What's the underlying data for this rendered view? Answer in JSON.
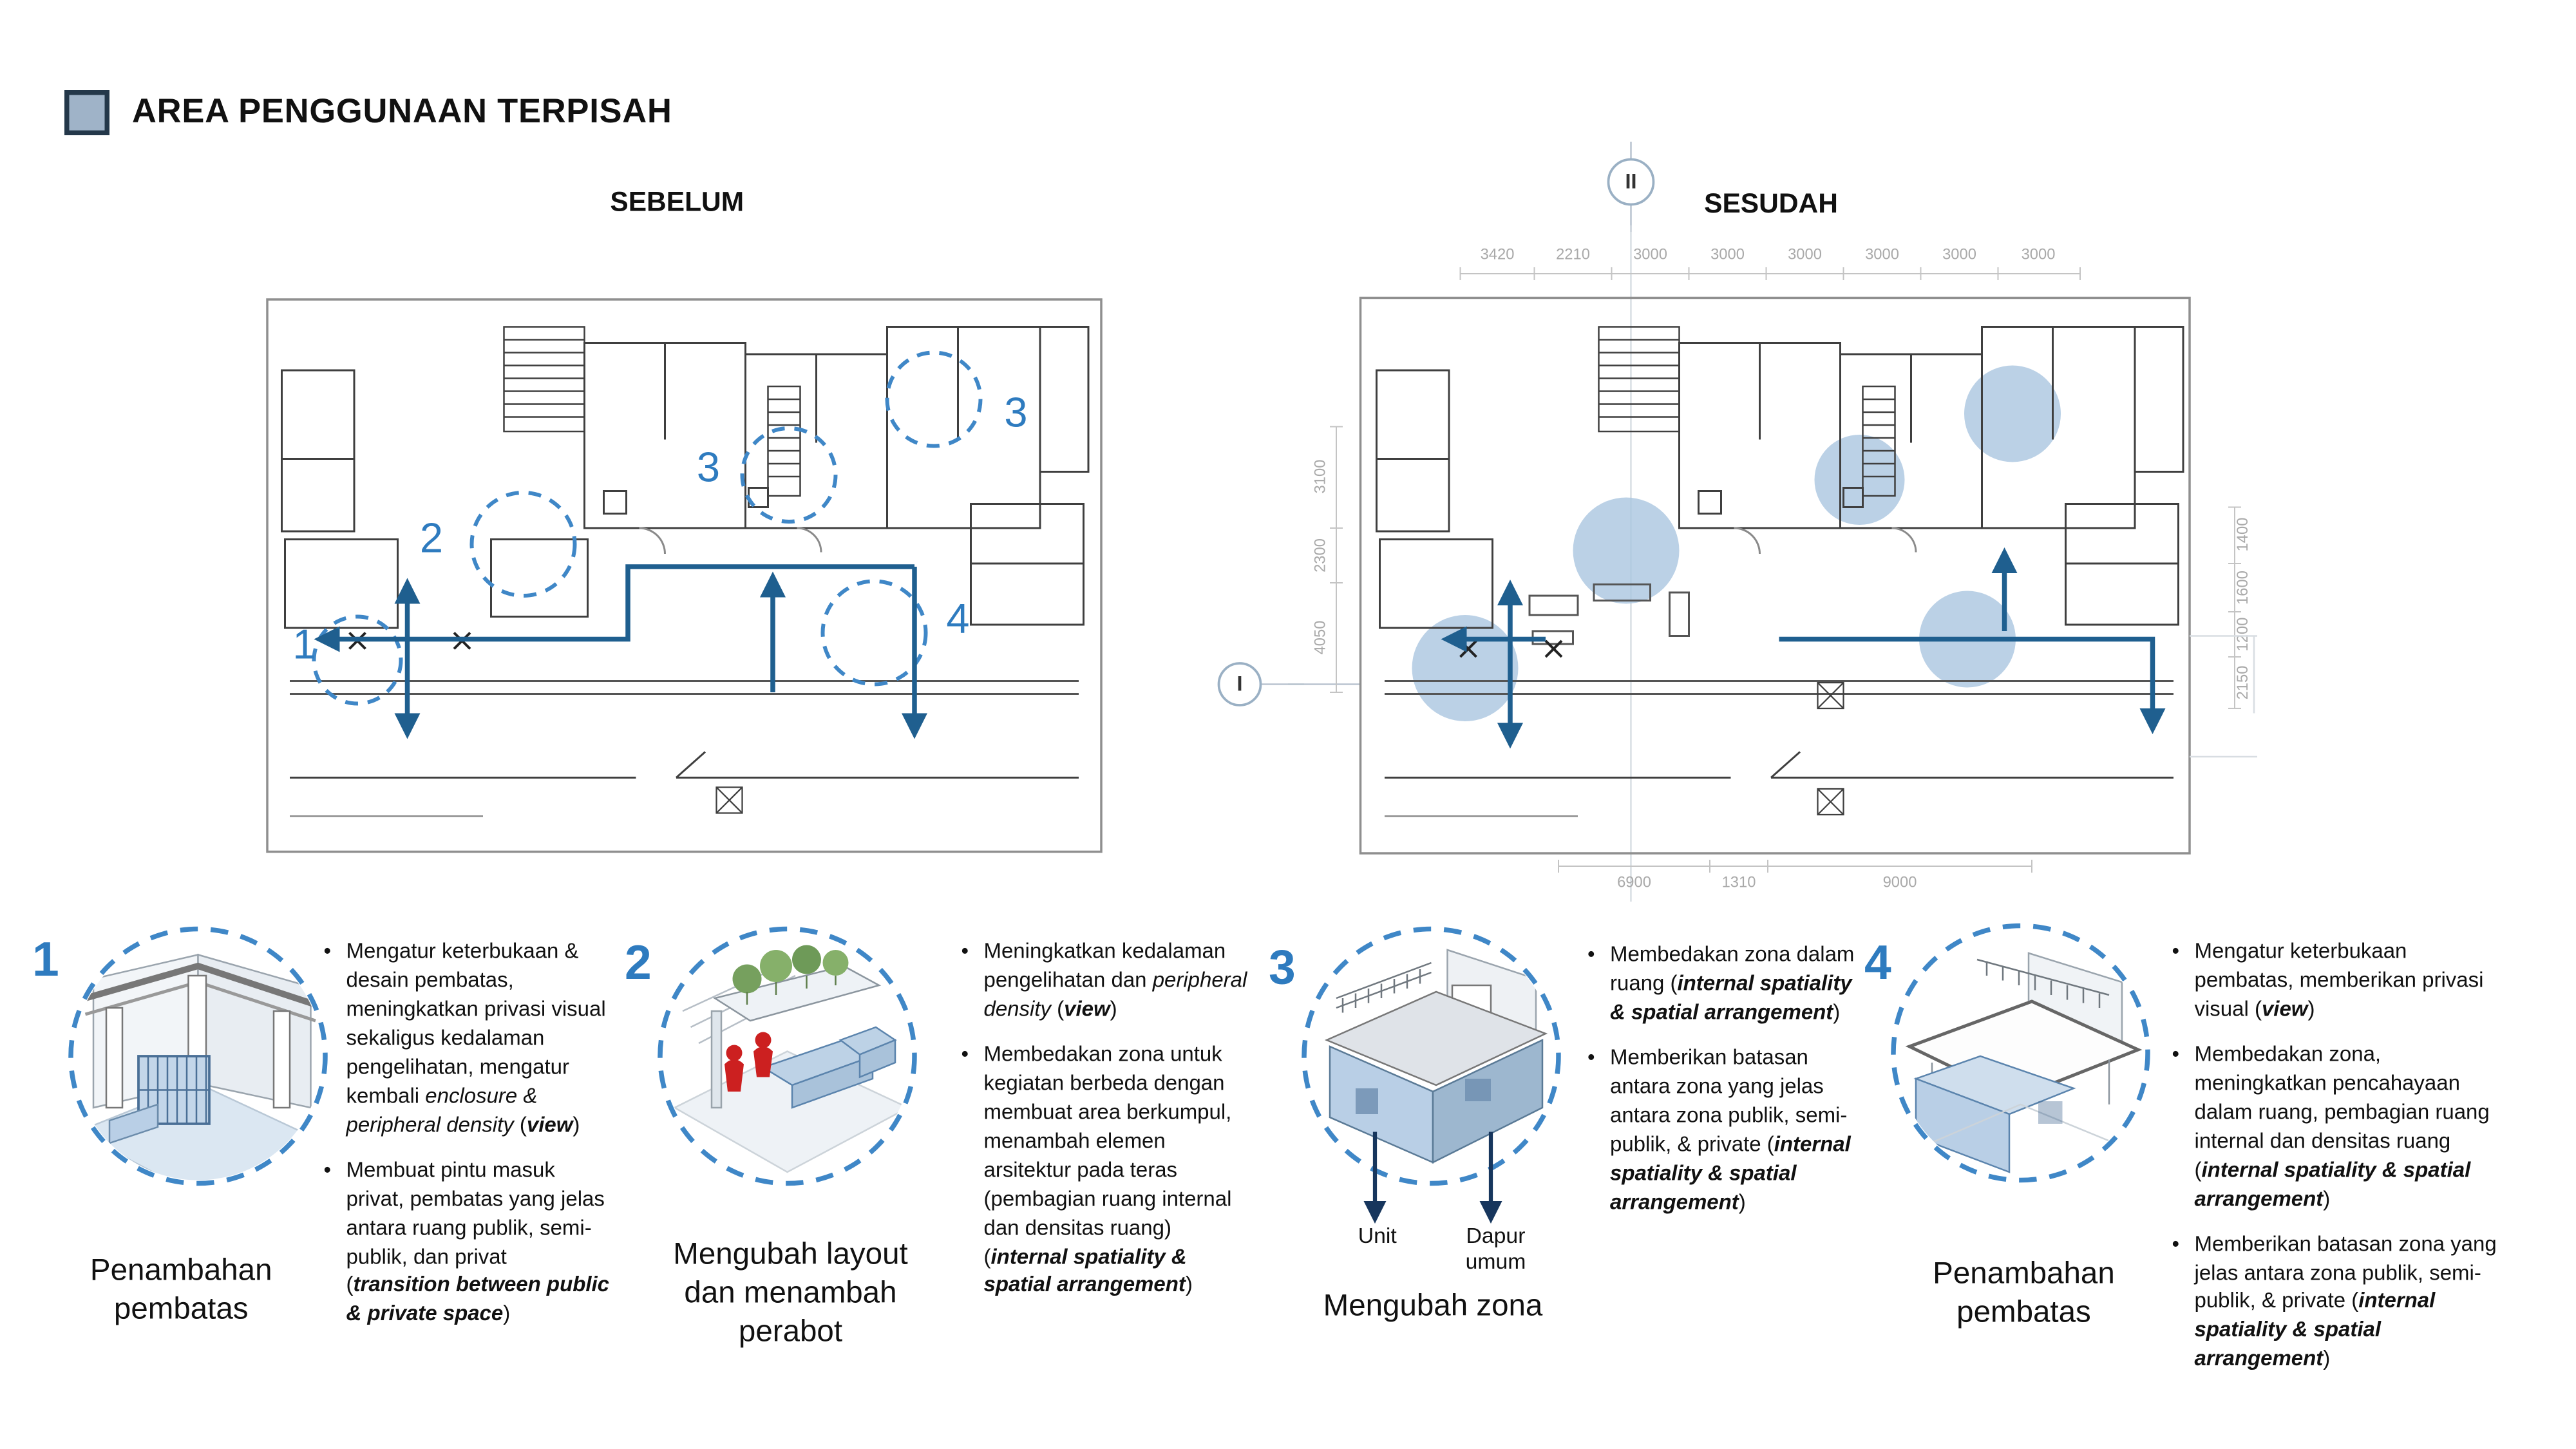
{
  "header": {
    "title": "AREA PENGGUNAAN TERPISAH"
  },
  "plans": {
    "before_label": "SEBELUM",
    "after_label": "SESUDAH",
    "section_marker_top": "II",
    "section_marker_left": "I",
    "before_markers": [
      "1",
      "2",
      "3",
      "3",
      "4"
    ],
    "after_dims_top": [
      "3420",
      "2210",
      "3000",
      "3000",
      "3000",
      "3000",
      "3000",
      "3000"
    ],
    "after_dims_left": [
      "3100",
      "2300",
      "4050"
    ],
    "after_dims_right": [
      "1400",
      "1600",
      "1200",
      "2150"
    ],
    "after_dims_bottom": [
      "6900",
      "1310",
      "9000"
    ]
  },
  "items": [
    {
      "number": "1",
      "caption": "Penambahan pembatas",
      "bullets": [
        [
          {
            "t": "Mengatur keterbukaan & desain pembatas, meningkatkan privasi visual sekaligus kedalaman pengelihatan, mengatur kembali ",
            "s": "n"
          },
          {
            "t": "enclosure & peripheral density",
            "s": "i"
          },
          {
            "t": " (",
            "s": "n"
          },
          {
            "t": "view",
            "s": "bi"
          },
          {
            "t": ")",
            "s": "n"
          }
        ],
        [
          {
            "t": "Membuat pintu masuk privat, pembatas yang jelas antara ruang publik, semi-publik, dan privat (",
            "s": "n"
          },
          {
            "t": "transition between public & private space",
            "s": "bi"
          },
          {
            "t": ")",
            "s": "n"
          }
        ]
      ]
    },
    {
      "number": "2",
      "caption": "Mengubah layout dan menambah perabot",
      "bullets": [
        [
          {
            "t": "Meningkatkan kedalaman pengelihatan dan ",
            "s": "n"
          },
          {
            "t": "peripheral density",
            "s": "i"
          },
          {
            "t": " (",
            "s": "n"
          },
          {
            "t": "view",
            "s": "bi"
          },
          {
            "t": ")",
            "s": "n"
          }
        ],
        [
          {
            "t": "Membedakan zona untuk kegiatan berbeda dengan membuat area berkumpul, menambah elemen arsitektur pada teras (pembagian ruang internal dan densitas ruang) (",
            "s": "n"
          },
          {
            "t": "internal spatiality & spatial arrangement",
            "s": "bi"
          },
          {
            "t": ")",
            "s": "n"
          }
        ]
      ]
    },
    {
      "number": "3",
      "caption": "Mengubah zona",
      "unit_label": "Unit",
      "kitchen_label": "Dapur umum",
      "bullets": [
        [
          {
            "t": "Membedakan zona dalam ruang (",
            "s": "n"
          },
          {
            "t": "internal spatiality & spatial arrangement",
            "s": "bi"
          },
          {
            "t": ")",
            "s": "n"
          }
        ],
        [
          {
            "t": "Memberikan batasan antara zona yang jelas antara zona publik, semi-publik, & private (",
            "s": "n"
          },
          {
            "t": "internal spatiality & spatial arrangement",
            "s": "bi"
          },
          {
            "t": ")",
            "s": "n"
          }
        ]
      ]
    },
    {
      "number": "4",
      "caption": "Penambahan pembatas",
      "bullets": [
        [
          {
            "t": "Mengatur keterbukaan pembatas, memberikan privasi visual (",
            "s": "n"
          },
          {
            "t": "view",
            "s": "bi"
          },
          {
            "t": ")",
            "s": "n"
          }
        ],
        [
          {
            "t": "Membedakan zona, meningkatkan pencahayaan dalam ruang, pembagian ruang internal dan densitas ruang (",
            "s": "n"
          },
          {
            "t": "internal spatiality & spatial arrangement",
            "s": "bi"
          },
          {
            "t": ")",
            "s": "n"
          }
        ],
        [
          {
            "t": "Memberikan batasan zona yang jelas antara zona publik, semi-publik, & private (",
            "s": "n"
          },
          {
            "t": "internal spatiality & spatial arrangement",
            "s": "bi"
          },
          {
            "t": ")",
            "s": "n"
          }
        ]
      ]
    }
  ],
  "colors": {
    "accent_blue": "#2e7bbf",
    "arrow_blue": "#1f5f8f",
    "dashed_blue": "#3f87c7",
    "shade_blue": "#aac6e0",
    "legend_fill": "#9fb3c8"
  }
}
